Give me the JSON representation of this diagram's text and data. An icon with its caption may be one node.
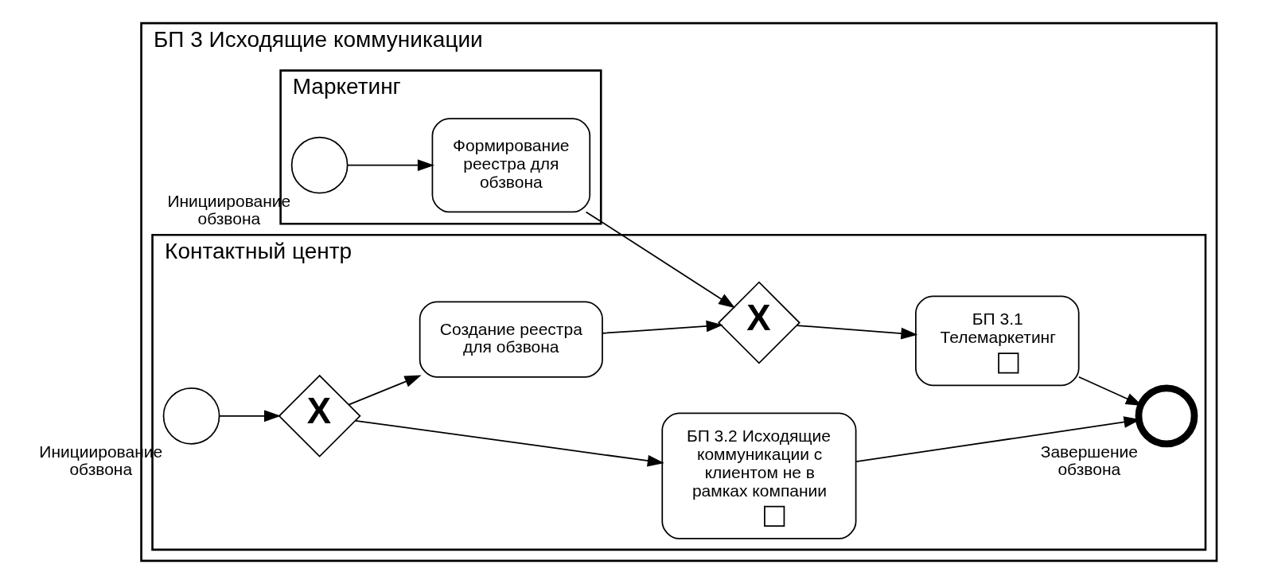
{
  "diagram": {
    "nodes": [
      {
        "text": [
          "БП 3 Исходящие коммуникации"
        ]
      },
      {
        "text": [
          "Маркетинг"
        ],
        "in": 0
      },
      {
        "text": [],
        "shape": "circle",
        "in": 1,
        "beside": [
          "Инициирование обзвона"
        ]
      },
      {
        "text": [
          "Формирование реестра для обзвона"
        ],
        "in": 1
      },
      {
        "text": [
          "Контактный центр"
        ],
        "in": 0
      },
      {
        "text": [],
        "shape": "circle",
        "in": 4,
        "beside": [
          "Инициирование обзвона"
        ]
      },
      {
        "text": [
          "X"
        ],
        "in": 4
      },
      {
        "text": [
          "Создание реестра для обзвона"
        ],
        "in": 4
      },
      {
        "text": [
          "X"
        ],
        "in": 4
      },
      {
        "text": [
          "БП 3.1 Телемаркетинг"
        ],
        "in": 4
      },
      {
        "text": [
          "БП 3.2 Исходящие коммуникации с клиентом не в рамках компании"
        ],
        "in": 4
      },
      {
        "text": [],
        "shape": "circle",
        "in": 4,
        "beside": [
          "Завершение обзвона"
        ]
      }
    ],
    "edges": [
      {
        "from": 2,
        "to": 3,
        "arrow": "to"
      },
      {
        "from": 3,
        "to": 6,
        "arrow": "to"
      },
      {
        "from": 5,
        "to": 8,
        "arrow": "to"
      },
      {
        "from": 8,
        "to": 7,
        "arrow": "to"
      },
      {
        "from": 8,
        "to": 10,
        "arrow": "to"
      },
      {
        "from": 7,
        "to": 6,
        "arrow": "to"
      },
      {
        "from": 6,
        "to": 9,
        "arrow": "to"
      },
      {
        "from": 9,
        "to": 11,
        "arrow": "to"
      },
      {
        "from": 10,
        "to": 11,
        "arrow": "to"
      }
    ]
  }
}
